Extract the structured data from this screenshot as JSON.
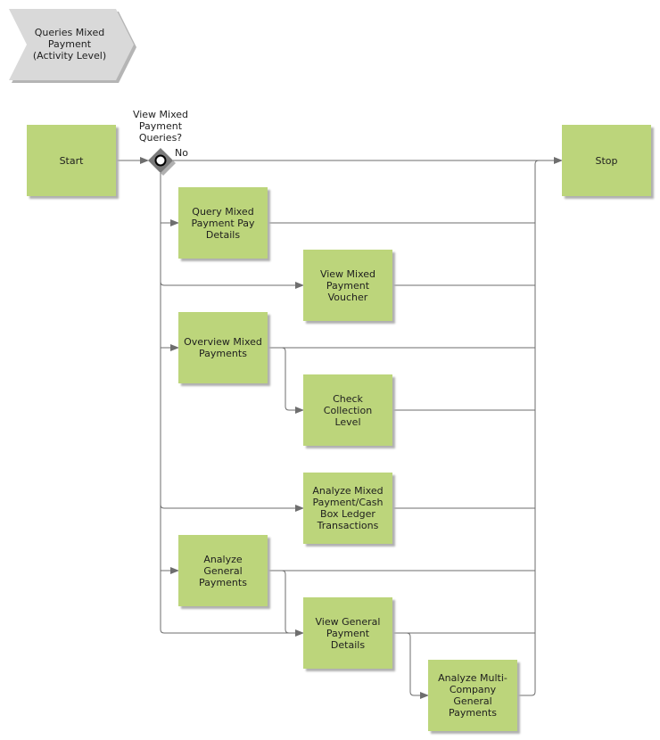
{
  "process": {
    "title": "Queries Mixed\nPayment\n(Activity Level)"
  },
  "gateway": {
    "question": "View Mixed\nPayment\nQueries?",
    "no_label": "No"
  },
  "nodes": {
    "start": "Start",
    "stop": "Stop",
    "query_pay_details": "Query Mixed\nPayment Pay\nDetails",
    "view_voucher": "View Mixed\nPayment\nVoucher",
    "overview": "Overview Mixed\nPayments",
    "check_collection": "Check\nCollection\nLevel",
    "analyze_cash_box": "Analyze Mixed\nPayment/Cash\nBox Ledger\nTransactions",
    "analyze_general": "Analyze\nGeneral\nPayments",
    "view_general_details": "View General\nPayment\nDetails",
    "analyze_multi_company": "Analyze Multi-\nCompany\nGeneral\nPayments"
  },
  "colors": {
    "activity_fill": "#bcd57b",
    "title_fill": "#d9d9d9",
    "connector": "#6e6e6e",
    "gateway_fill": "#7a7a7a"
  }
}
